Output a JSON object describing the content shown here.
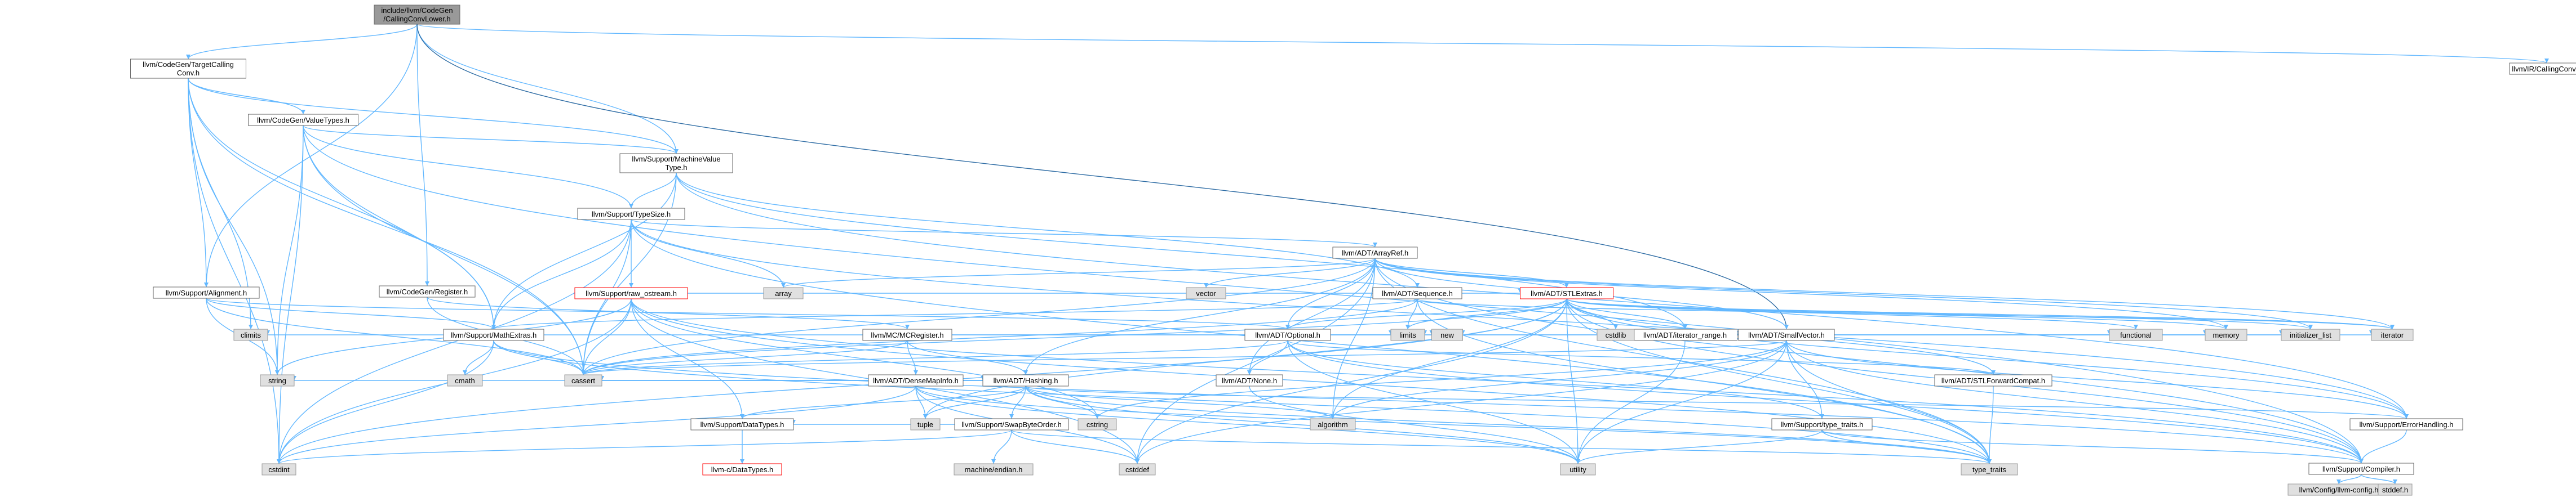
{
  "diagram": {
    "type": "include-dependency-graph",
    "colors": {
      "edge": "#63b8ff",
      "root_fill": "#999999",
      "highlight_border": "#ff0000",
      "external_fill": "#e0e0e0",
      "node_border": "#666666"
    },
    "nodes": [
      {
        "id": "root",
        "label": [
          "include/llvm/CodeGen",
          "/CallingConvLower.h"
        ],
        "kind": "root"
      },
      {
        "id": "ctci",
        "label": [
          "llvm/CodeGen/TargetCalling",
          "Conv.h"
        ],
        "kind": "internal"
      },
      {
        "id": "ircc",
        "label": [
          "llvm/IR/CallingConv.h"
        ],
        "kind": "internal"
      },
      {
        "id": "cgvt",
        "label": [
          "llvm/CodeGen/ValueTypes.h"
        ],
        "kind": "internal"
      },
      {
        "id": "mvt",
        "label": [
          "llvm/Support/MachineValue",
          "Type.h"
        ],
        "kind": "internal"
      },
      {
        "id": "tsz",
        "label": [
          "llvm/Support/TypeSize.h"
        ],
        "kind": "internal"
      },
      {
        "id": "cgreg",
        "label": [
          "llvm/CodeGen/Register.h"
        ],
        "kind": "internal"
      },
      {
        "id": "align",
        "label": [
          "llvm/Support/Alignment.h"
        ],
        "kind": "internal"
      },
      {
        "id": "rawos",
        "label": [
          "llvm/Support/raw_ostream.h"
        ],
        "kind": "highlight"
      },
      {
        "id": "aref",
        "label": [
          "llvm/ADT/ArrayRef.h"
        ],
        "kind": "internal"
      },
      {
        "id": "seq",
        "label": [
          "llvm/ADT/Sequence.h"
        ],
        "kind": "internal"
      },
      {
        "id": "stle",
        "label": [
          "llvm/ADT/STLExtras.h"
        ],
        "kind": "highlight"
      },
      {
        "id": "mathx",
        "label": [
          "llvm/Support/MathExtras.h"
        ],
        "kind": "internal"
      },
      {
        "id": "mcreg",
        "label": [
          "llvm/MC/MCRegister.h"
        ],
        "kind": "internal"
      },
      {
        "id": "opt",
        "label": [
          "llvm/ADT/Optional.h"
        ],
        "kind": "internal"
      },
      {
        "id": "itr",
        "label": [
          "llvm/ADT/iterator_range.h"
        ],
        "kind": "internal"
      },
      {
        "id": "svec",
        "label": [
          "llvm/ADT/SmallVector.h"
        ],
        "kind": "internal"
      },
      {
        "id": "dmi",
        "label": [
          "llvm/ADT/DenseMapInfo.h"
        ],
        "kind": "internal"
      },
      {
        "id": "hash",
        "label": [
          "llvm/ADT/Hashing.h"
        ],
        "kind": "internal"
      },
      {
        "id": "none",
        "label": [
          "llvm/ADT/None.h"
        ],
        "kind": "internal"
      },
      {
        "id": "stlfc",
        "label": [
          "llvm/ADT/STLForwardCompat.h"
        ],
        "kind": "internal"
      },
      {
        "id": "dtypes",
        "label": [
          "llvm/Support/DataTypes.h"
        ],
        "kind": "internal"
      },
      {
        "id": "sbo",
        "label": [
          "llvm/Support/SwapByteOrder.h"
        ],
        "kind": "internal"
      },
      {
        "id": "ttr",
        "label": [
          "llvm/Support/type_traits.h"
        ],
        "kind": "internal"
      },
      {
        "id": "errh",
        "label": [
          "llvm/Support/ErrorHandling.h"
        ],
        "kind": "internal"
      },
      {
        "id": "comp",
        "label": [
          "llvm/Support/Compiler.h"
        ],
        "kind": "internal"
      },
      {
        "id": "cdt",
        "label": [
          "llvm-c/DataTypes.h"
        ],
        "kind": "highlight"
      },
      {
        "id": "cfg",
        "label": [
          "llvm/Config/llvm-config.h"
        ],
        "kind": "external"
      },
      {
        "id": "menh",
        "label": [
          "machine/endian.h"
        ],
        "kind": "external"
      },
      {
        "id": "array",
        "label": [
          "array"
        ],
        "kind": "external"
      },
      {
        "id": "vector",
        "label": [
          "vector"
        ],
        "kind": "external"
      },
      {
        "id": "climits",
        "label": [
          "climits"
        ],
        "kind": "external"
      },
      {
        "id": "cmath",
        "label": [
          "cmath"
        ],
        "kind": "external"
      },
      {
        "id": "limits",
        "label": [
          "limits"
        ],
        "kind": "external"
      },
      {
        "id": "new",
        "label": [
          "new"
        ],
        "kind": "external"
      },
      {
        "id": "cstdlib",
        "label": [
          "cstdlib"
        ],
        "kind": "external"
      },
      {
        "id": "functional",
        "label": [
          "functional"
        ],
        "kind": "external"
      },
      {
        "id": "memory",
        "label": [
          "memory"
        ],
        "kind": "external"
      },
      {
        "id": "initl",
        "label": [
          "initializer_list"
        ],
        "kind": "external"
      },
      {
        "id": "iterator",
        "label": [
          "iterator"
        ],
        "kind": "external"
      },
      {
        "id": "string",
        "label": [
          "string"
        ],
        "kind": "external"
      },
      {
        "id": "cassert",
        "label": [
          "cassert"
        ],
        "kind": "external"
      },
      {
        "id": "cstdint",
        "label": [
          "cstdint"
        ],
        "kind": "external"
      },
      {
        "id": "tuple",
        "label": [
          "tuple"
        ],
        "kind": "external"
      },
      {
        "id": "cstring",
        "label": [
          "cstring"
        ],
        "kind": "external"
      },
      {
        "id": "algorithm",
        "label": [
          "algorithm"
        ],
        "kind": "external"
      },
      {
        "id": "cstddef",
        "label": [
          "cstddef"
        ],
        "kind": "external"
      },
      {
        "id": "utility",
        "label": [
          "utility"
        ],
        "kind": "external"
      },
      {
        "id": "type_traits",
        "label": [
          "type_traits"
        ],
        "kind": "external"
      },
      {
        "id": "stddef",
        "label": [
          "stddef.h"
        ],
        "kind": "external"
      }
    ],
    "edges": [
      [
        "root",
        "ctci"
      ],
      [
        "root",
        "ircc"
      ],
      [
        "root",
        "cgreg"
      ],
      [
        "root",
        "align"
      ],
      [
        "root",
        "mvt"
      ],
      [
        "root",
        "svec"
      ],
      [
        "ctci",
        "cgvt"
      ],
      [
        "ctci",
        "mvt"
      ],
      [
        "ctci",
        "align"
      ],
      [
        "ctci",
        "mathx"
      ],
      [
        "ctci",
        "cassert"
      ],
      [
        "ctci",
        "climits"
      ],
      [
        "ctci",
        "cstdint"
      ],
      [
        "ctci",
        "string"
      ],
      [
        "cgvt",
        "mvt"
      ],
      [
        "cgvt",
        "tsz"
      ],
      [
        "cgvt",
        "mathx"
      ],
      [
        "cgvt",
        "cassert"
      ],
      [
        "cgvt",
        "cstdint"
      ],
      [
        "cgvt",
        "string"
      ],
      [
        "cgvt",
        "comp"
      ],
      [
        "mvt",
        "tsz"
      ],
      [
        "mvt",
        "seq"
      ],
      [
        "mvt",
        "mathx"
      ],
      [
        "mvt",
        "errh"
      ],
      [
        "mvt",
        "itr"
      ],
      [
        "mvt",
        "cassert"
      ],
      [
        "tsz",
        "aref"
      ],
      [
        "tsz",
        "mathx"
      ],
      [
        "tsz",
        "rawos"
      ],
      [
        "tsz",
        "array"
      ],
      [
        "tsz",
        "cassert"
      ],
      [
        "tsz",
        "type_traits"
      ],
      [
        "tsz",
        "cstdint"
      ],
      [
        "tsz",
        "errh"
      ],
      [
        "cgreg",
        "mcreg"
      ],
      [
        "cgreg",
        "cassert"
      ],
      [
        "align",
        "mathx"
      ],
      [
        "align",
        "cassert"
      ],
      [
        "align",
        "opt"
      ],
      [
        "align",
        "string"
      ],
      [
        "rawos",
        "stle"
      ],
      [
        "rawos",
        "comp"
      ],
      [
        "rawos",
        "dtypes"
      ],
      [
        "rawos",
        "cassert"
      ],
      [
        "rawos",
        "cstddef"
      ],
      [
        "rawos",
        "cstdint"
      ],
      [
        "rawos",
        "cstring"
      ],
      [
        "rawos",
        "string"
      ],
      [
        "rawos",
        "type_traits"
      ],
      [
        "aref",
        "hash"
      ],
      [
        "aref",
        "none"
      ],
      [
        "aref",
        "opt"
      ],
      [
        "aref",
        "svec"
      ],
      [
        "aref",
        "stle"
      ],
      [
        "aref",
        "comp"
      ],
      [
        "aref",
        "algorithm"
      ],
      [
        "aref",
        "array"
      ],
      [
        "aref",
        "cassert"
      ],
      [
        "aref",
        "cstddef"
      ],
      [
        "aref",
        "initl"
      ],
      [
        "aref",
        "iterator"
      ],
      [
        "aref",
        "memory"
      ],
      [
        "aref",
        "type_traits"
      ],
      [
        "aref",
        "vector"
      ],
      [
        "seq",
        "mathx"
      ],
      [
        "seq",
        "cassert"
      ],
      [
        "seq",
        "iterator"
      ],
      [
        "seq",
        "limits"
      ],
      [
        "seq",
        "type_traits"
      ],
      [
        "stle",
        "opt"
      ],
      [
        "stle",
        "stlfc"
      ],
      [
        "stle",
        "itr"
      ],
      [
        "stle",
        "comp"
      ],
      [
        "stle",
        "errh"
      ],
      [
        "stle",
        "algorithm"
      ],
      [
        "stle",
        "cassert"
      ],
      [
        "stle",
        "cstddef"
      ],
      [
        "stle",
        "cstdint"
      ],
      [
        "stle",
        "cstdlib"
      ],
      [
        "stle",
        "functional"
      ],
      [
        "stle",
        "initl"
      ],
      [
        "stle",
        "iterator"
      ],
      [
        "stle",
        "limits"
      ],
      [
        "stle",
        "memory"
      ],
      [
        "stle",
        "tuple"
      ],
      [
        "stle",
        "type_traits"
      ],
      [
        "stle",
        "utility"
      ],
      [
        "mathx",
        "comp"
      ],
      [
        "mathx",
        "cassert"
      ],
      [
        "mathx",
        "climits"
      ],
      [
        "mathx",
        "cmath"
      ],
      [
        "mathx",
        "cstdint"
      ],
      [
        "mathx",
        "limits"
      ],
      [
        "mathx",
        "type_traits"
      ],
      [
        "mcreg",
        "dmi"
      ],
      [
        "mcreg",
        "hash"
      ],
      [
        "mcreg",
        "cassert"
      ],
      [
        "mcreg",
        "limits"
      ],
      [
        "opt",
        "none"
      ],
      [
        "opt",
        "stlfc"
      ],
      [
        "opt",
        "ttr"
      ],
      [
        "opt",
        "cassert"
      ],
      [
        "opt",
        "new"
      ],
      [
        "opt",
        "utility"
      ],
      [
        "opt",
        "comp"
      ],
      [
        "itr",
        "utility"
      ],
      [
        "svec",
        "comp"
      ],
      [
        "svec",
        "ttr"
      ],
      [
        "svec",
        "algorithm"
      ],
      [
        "svec",
        "cassert"
      ],
      [
        "svec",
        "cstddef"
      ],
      [
        "svec",
        "cstdlib"
      ],
      [
        "svec",
        "cstring"
      ],
      [
        "svec",
        "functional"
      ],
      [
        "svec",
        "initl"
      ],
      [
        "svec",
        "iterator"
      ],
      [
        "svec",
        "limits"
      ],
      [
        "svec",
        "memory"
      ],
      [
        "svec",
        "new"
      ],
      [
        "svec",
        "type_traits"
      ],
      [
        "svec",
        "utility"
      ],
      [
        "svec",
        "errh"
      ],
      [
        "dmi",
        "hash"
      ],
      [
        "dmi",
        "cassert"
      ],
      [
        "dmi",
        "cstddef"
      ],
      [
        "dmi",
        "cstdint"
      ],
      [
        "dmi",
        "tuple"
      ],
      [
        "dmi",
        "type_traits"
      ],
      [
        "dmi",
        "utility"
      ],
      [
        "hash",
        "errh"
      ],
      [
        "hash",
        "sbo"
      ],
      [
        "hash",
        "type_traits"
      ],
      [
        "hash",
        "algorithm"
      ],
      [
        "hash",
        "cassert"
      ],
      [
        "hash",
        "cstring"
      ],
      [
        "hash",
        "string"
      ],
      [
        "hash",
        "tuple"
      ],
      [
        "hash",
        "utility"
      ],
      [
        "hash",
        "dtypes"
      ],
      [
        "none",
        "utility"
      ],
      [
        "stlfc",
        "type_traits"
      ],
      [
        "dtypes",
        "cdt"
      ],
      [
        "sbo",
        "dtypes"
      ],
      [
        "sbo",
        "cstddef"
      ],
      [
        "sbo",
        "menh"
      ],
      [
        "sbo",
        "cstdint"
      ],
      [
        "sbo",
        "type_traits"
      ],
      [
        "ttr",
        "comp"
      ],
      [
        "ttr",
        "type_traits"
      ],
      [
        "ttr",
        "utility"
      ],
      [
        "errh",
        "comp"
      ],
      [
        "comp",
        "cfg"
      ],
      [
        "comp",
        "stddef"
      ]
    ]
  }
}
